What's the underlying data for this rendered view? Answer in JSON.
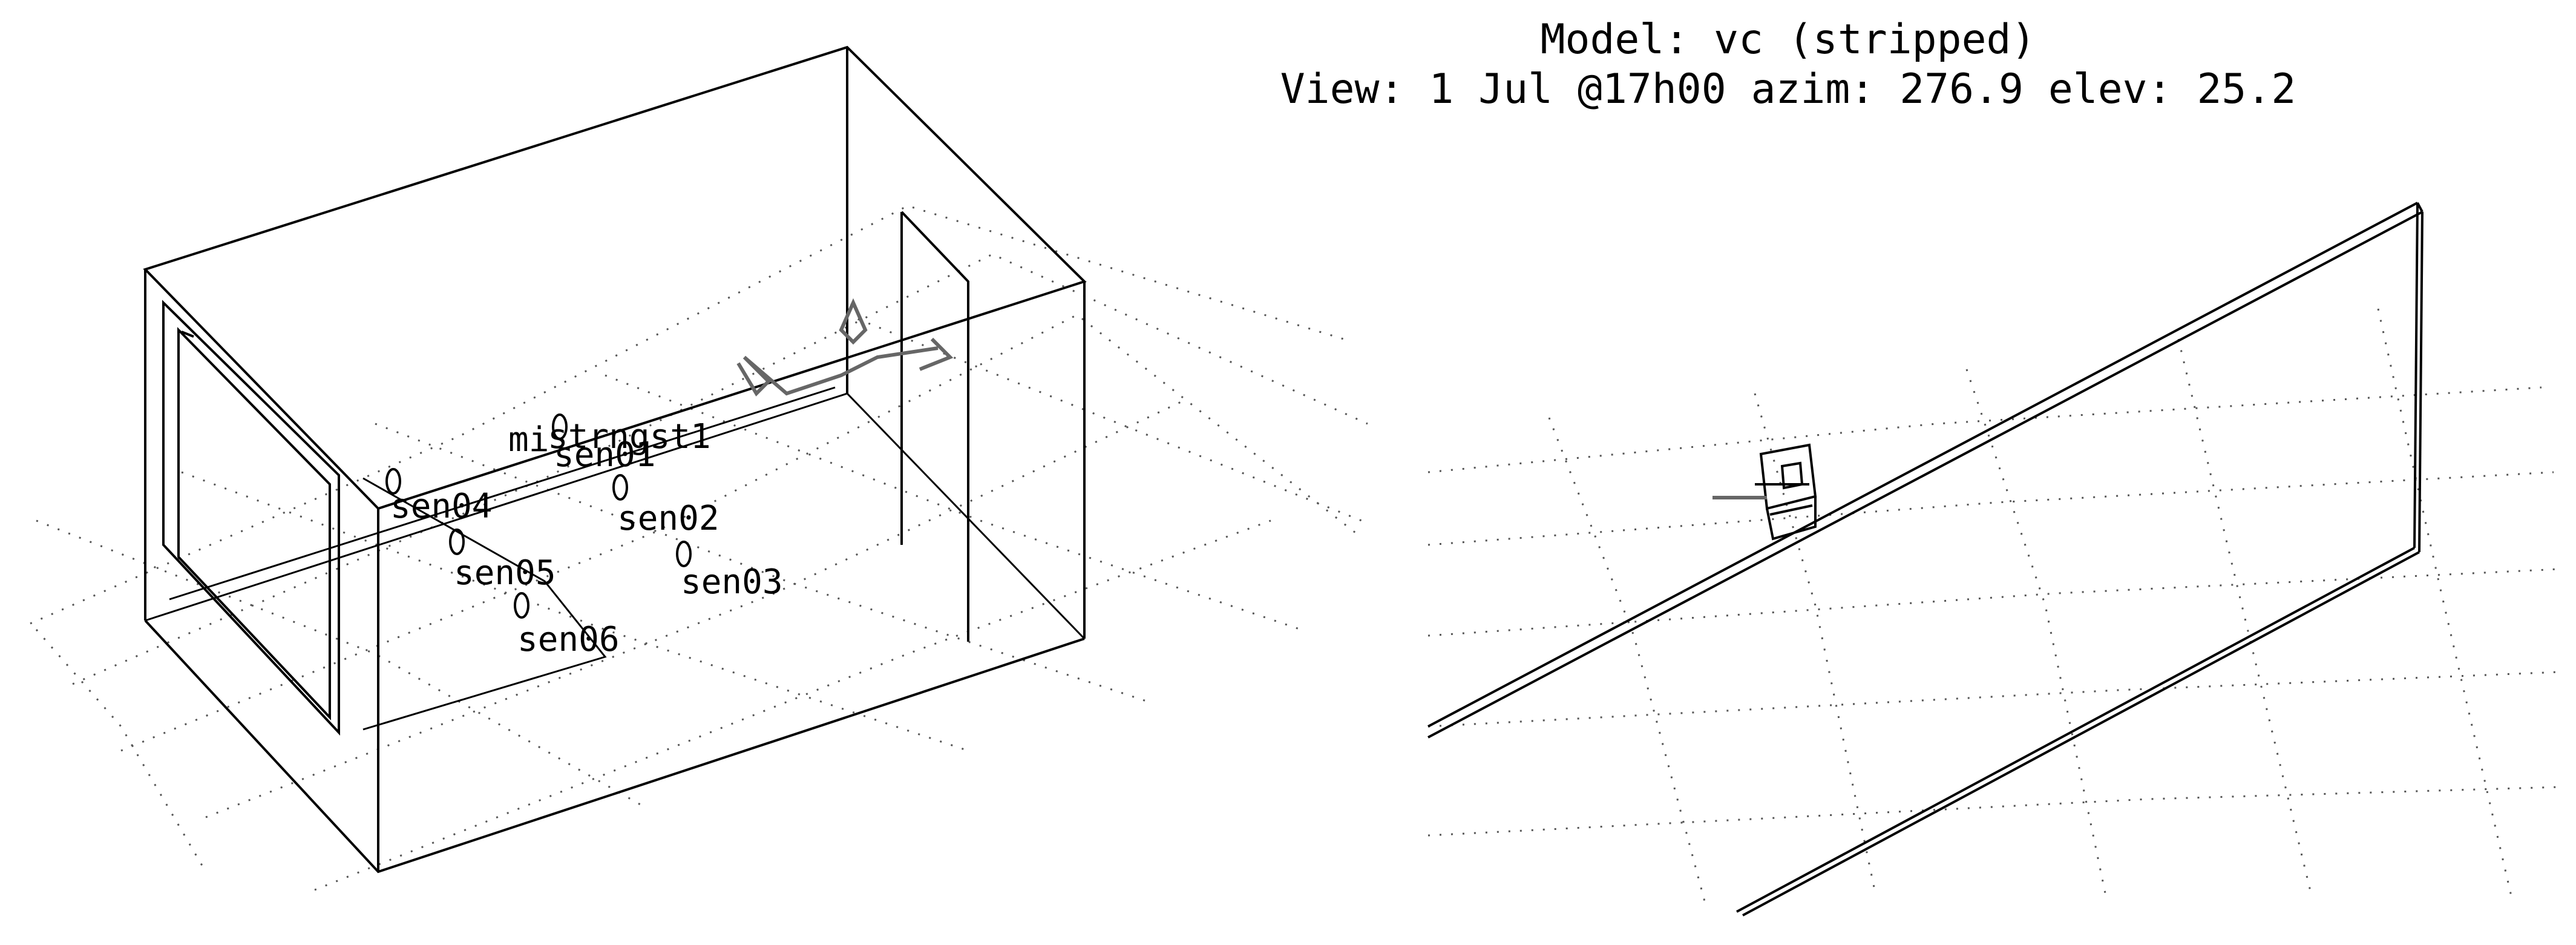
{
  "header": {
    "model_line": "Model: vc (stripped)",
    "view_line": "View:  1 Jul @17h00  azim: 276.9 elev: 25.2"
  },
  "sensors": [
    {
      "id": "mi",
      "label": "mi"
    },
    {
      "id": "sen01",
      "label": "sen01"
    },
    {
      "id": "strngst1",
      "label": "strngst1"
    },
    {
      "id": "sen02",
      "label": "sen02"
    },
    {
      "id": "sen03",
      "label": "sen03"
    },
    {
      "id": "sen04",
      "label": "sen04"
    },
    {
      "id": "sen05",
      "label": "sen05"
    },
    {
      "id": "sen06",
      "label": "sen06"
    }
  ]
}
